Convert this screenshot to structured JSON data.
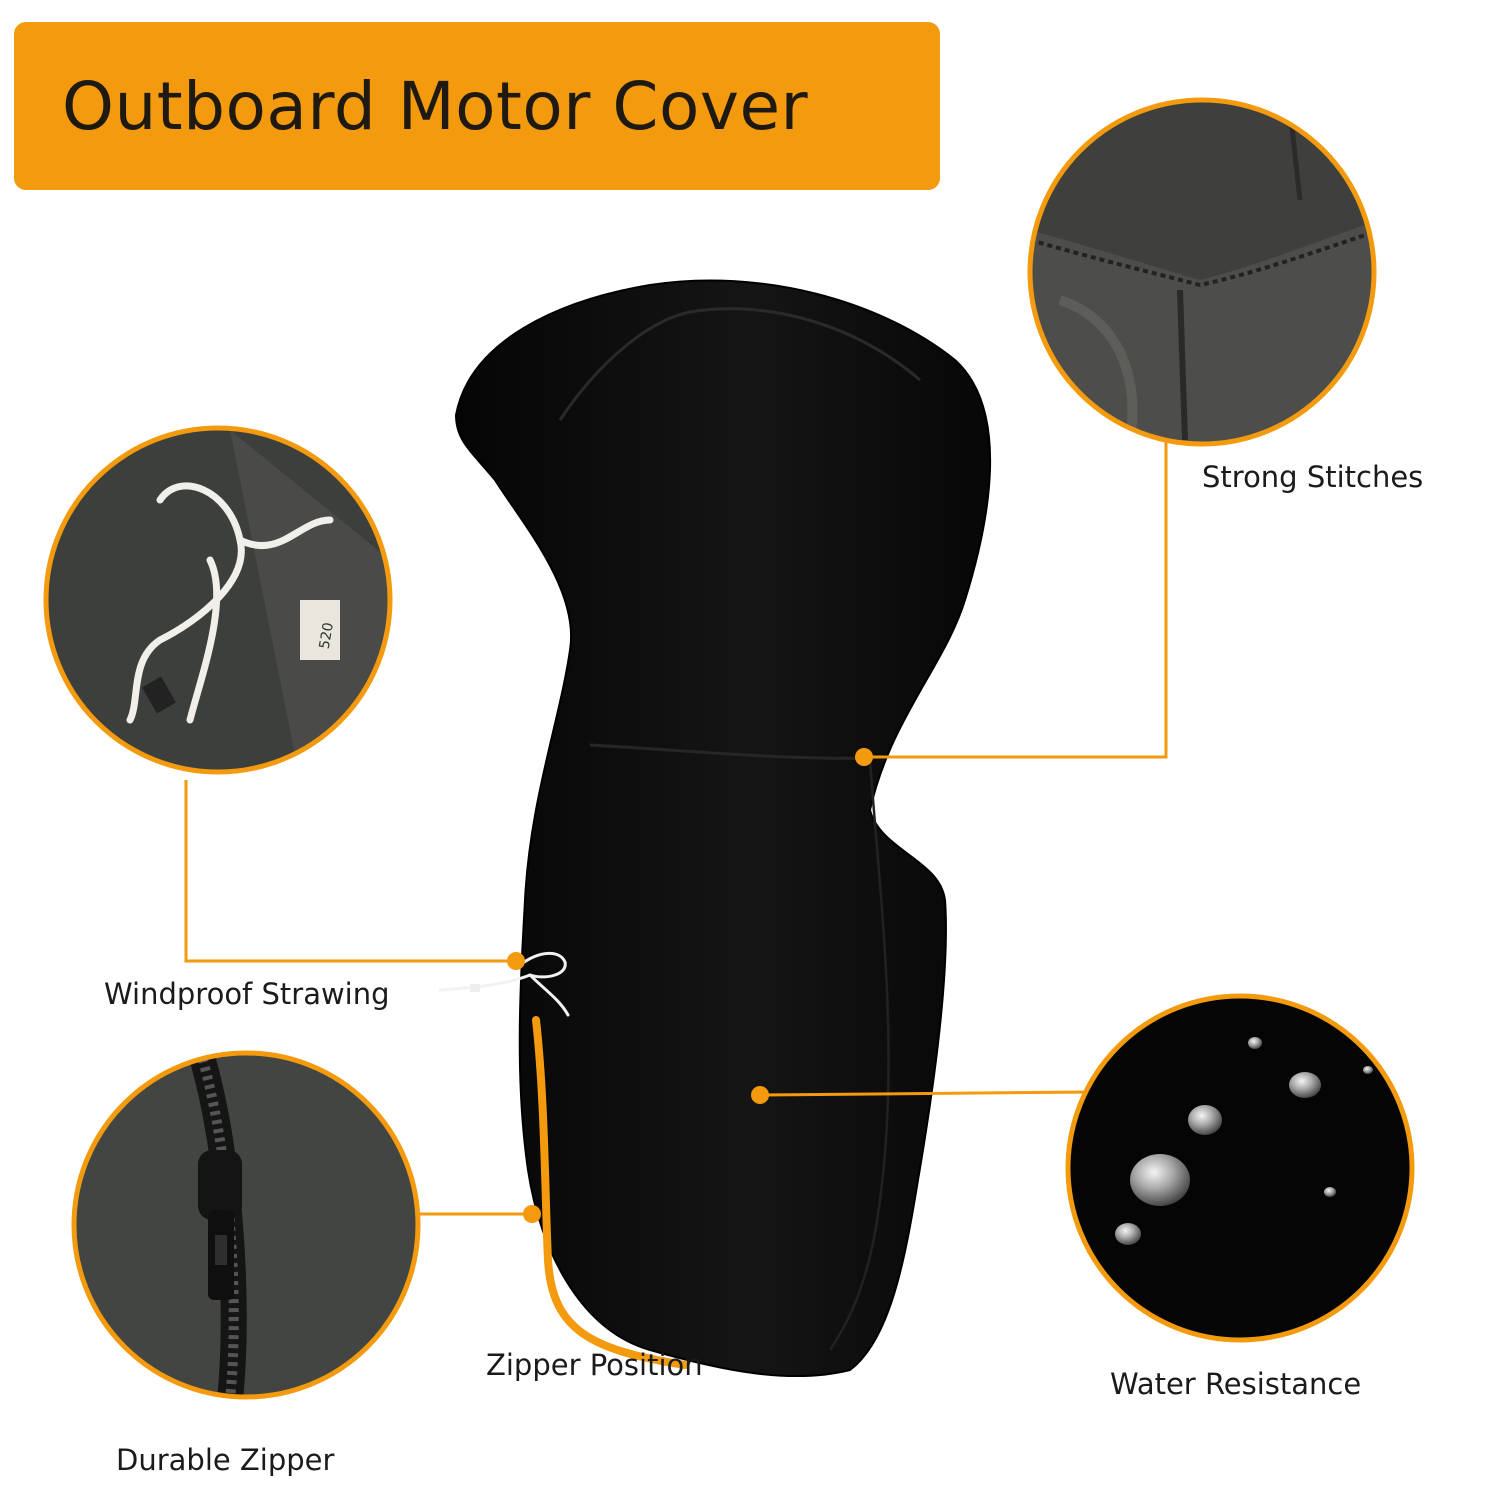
{
  "title": "Outboard Motor Cover",
  "colors": {
    "accent": "#F39A0E",
    "cover": "#0b0b0b",
    "label_text": "#1b1b1b"
  },
  "features": {
    "strong_stitches": "Strong Stitches",
    "windproof_strawing": "Windproof Strawing",
    "water_resistance": "Water Resistance",
    "zipper_position": "Zipper Position",
    "durable_zipper": "Durable Zipper"
  },
  "tag_number": "520",
  "icons": {
    "stitch_detail": "stitches-closeup-image",
    "drawstring_detail": "drawstring-closeup-image",
    "zipper_detail": "zipper-closeup-image",
    "water_detail": "water-droplets-closeup-image"
  }
}
